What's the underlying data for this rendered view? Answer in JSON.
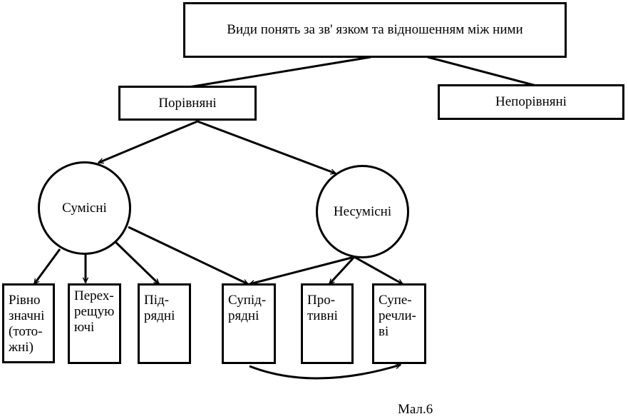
{
  "title": "Види понять за зв' язком та відношенням між ними",
  "level1": {
    "comparable": "Порівняні",
    "incomparable": "Непорівняні"
  },
  "level2": {
    "compatible": "Сумісні",
    "incompatible": "Несумісні"
  },
  "leaves": [
    {
      "id": "equivalent",
      "lines": [
        "Рівно",
        "значні",
        "(тото-",
        "жні)"
      ]
    },
    {
      "id": "intersecting",
      "lines": [
        "Перех-",
        "рещую",
        "ючі"
      ]
    },
    {
      "id": "subordinate",
      "lines": [
        "Під-",
        "рядні"
      ]
    },
    {
      "id": "coordinate",
      "lines": [
        "Супід-",
        "рядні"
      ]
    },
    {
      "id": "contrary",
      "lines": [
        "Про-",
        "тивні"
      ]
    },
    {
      "id": "contradictory",
      "lines": [
        "Супе-",
        "речли-",
        "ві"
      ]
    }
  ],
  "caption": "Мал.6"
}
